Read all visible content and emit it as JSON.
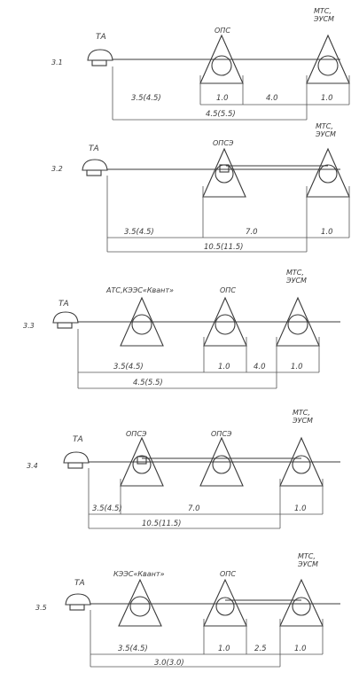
{
  "schemes": [
    {
      "id": "3.1",
      "labels": {
        "ta": "ТА",
        "st1": "ОПС",
        "st2": "МТС,\nЭУСМ"
      },
      "dims": {
        "a": "3.5(4.5)",
        "b": "1.0",
        "c": "4.0",
        "d": "1.0",
        "total": "4.5(5.5)"
      }
    },
    {
      "id": "3.2",
      "labels": {
        "ta": "ТА",
        "st1": "ОПСЭ",
        "st2": "МТС,\nЭУСМ"
      },
      "dims": {
        "a": "3.5(4.5)",
        "b": "7.0",
        "d": "1.0",
        "total": "10.5(11.5)"
      }
    },
    {
      "id": "3.3",
      "labels": {
        "ta": "ТА",
        "st0": "АТС,КЭЭС«Квант»",
        "st1": "ОПС",
        "st2": "МТС,\nЭУСМ"
      },
      "dims": {
        "a": "3.5(4.5)",
        "b": "1.0",
        "c": "4.0",
        "d": "1.0",
        "total": "4.5(5.5)"
      }
    },
    {
      "id": "3.4",
      "labels": {
        "ta": "ТА",
        "st0": "ОПСЭ",
        "st1": "ОПСЭ",
        "st2": "МТС,\nЭУСМ"
      },
      "dims": {
        "a": "3.5(4.5)",
        "b": "7.0",
        "d": "1.0",
        "total": "10.5(11.5)"
      }
    },
    {
      "id": "3.5",
      "labels": {
        "ta": "ТА",
        "st0": "КЭЭС«Квант»",
        "st1": "ОПС",
        "st2": "МТС,\nЭУСМ"
      },
      "dims": {
        "a": "3.5(4.5)",
        "b": "1.0",
        "c": "2.5",
        "d": "1.0",
        "total": "3.0(3.0)"
      }
    }
  ]
}
